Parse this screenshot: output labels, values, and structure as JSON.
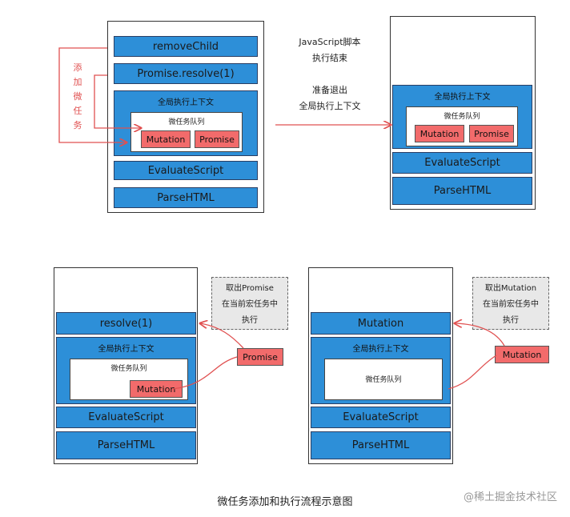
{
  "panel1": {
    "blocks": [
      "removeChild",
      "Promise.resolve(1)",
      "EvaluateScript",
      "ParseHTML"
    ],
    "global_context": "全局执行上下文",
    "microtask_queue": "微任务队列",
    "tasks": [
      "Mutation",
      "Promise"
    ],
    "side_label": "添加微任务"
  },
  "transition": {
    "line1": "JavaScript脚本",
    "line2": "执行结束",
    "line3": "准备退出",
    "line4": "全局执行上下文"
  },
  "panel2": {
    "global_context": "全局执行上下文",
    "microtask_queue": "微任务队列",
    "tasks": [
      "Mutation",
      "Promise"
    ],
    "blocks": [
      "EvaluateScript",
      "ParseHTML"
    ]
  },
  "panel3": {
    "top_block": "resolve(1)",
    "global_context": "全局执行上下文",
    "microtask_queue": "微任务队列",
    "task": "Mutation",
    "blocks": [
      "EvaluateScript",
      "ParseHTML"
    ],
    "note": [
      "取出Promise",
      "在当前宏任务中",
      "执行"
    ],
    "tag": "Promise"
  },
  "panel4": {
    "top_block": "Mutation",
    "global_context": "全局执行上下文",
    "microtask_queue": "微任务队列",
    "blocks": [
      "EvaluateScript",
      "ParseHTML"
    ],
    "note": [
      "取出Mutation",
      "在当前宏任务中",
      "执行"
    ],
    "tag": "Mutation"
  },
  "caption": "微任务添加和执行流程示意图",
  "watermark": "@稀土掘金技术社区",
  "colors": {
    "block": "#2d8fd8",
    "task": "#f26b6b",
    "arrow": "#e05050"
  }
}
